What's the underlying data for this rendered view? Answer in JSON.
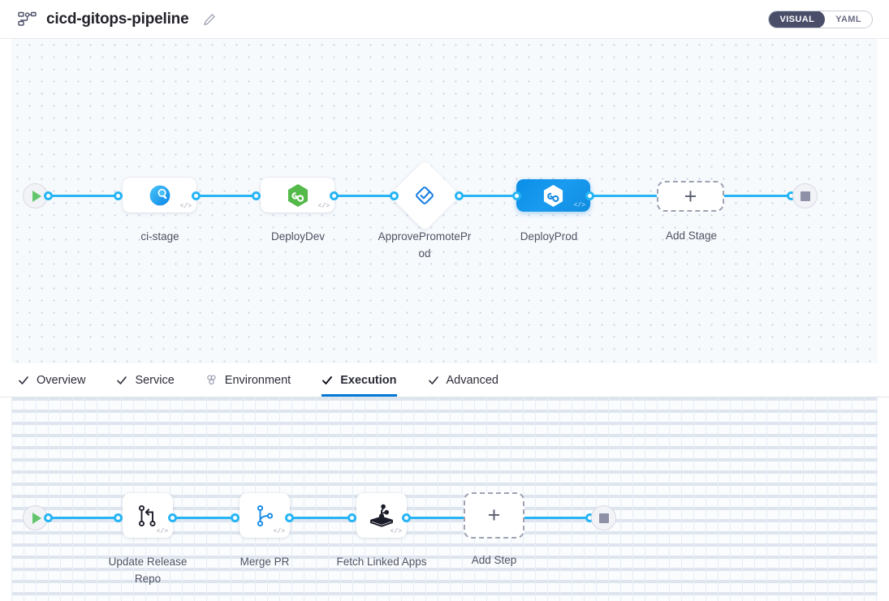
{
  "header": {
    "pipeline_icon": "pipeline-nodes-icon",
    "title": "cicd-gitops-pipeline",
    "edit_icon": "edit-pencil-icon",
    "mode_toggle": {
      "options": [
        {
          "label": "VISUAL",
          "active": true
        },
        {
          "label": "YAML",
          "active": false
        }
      ]
    }
  },
  "colors": {
    "accent_blue": "#27b5f5",
    "selected_node": "#0f8de0",
    "tab_active_underline": "#0278d5",
    "canvas_bg": "#f7fafd",
    "start_play": "#64c56d",
    "stop_square": "#8d90a6",
    "deploy_dev_hex": "#52b648",
    "title_text": "#22222a",
    "label_text": "#4f5162"
  },
  "stage_canvas": {
    "start_node": {
      "name": "pipeline-start",
      "icon": "play-icon"
    },
    "end_node": {
      "name": "pipeline-end",
      "icon": "stop-icon"
    },
    "add_stage": {
      "label": "Add Stage",
      "icon": "plus-icon"
    },
    "stages": [
      {
        "label": "ci-stage",
        "icon": "harness-ci-icon",
        "type": "rounded",
        "selected": false,
        "code_badge": "</>"
      },
      {
        "label": "DeployDev",
        "icon": "argo-hexagon-green-icon",
        "type": "rounded",
        "selected": false,
        "code_badge": "</>"
      },
      {
        "label": "ApprovePromoteProd",
        "icon": "approval-check-icon",
        "type": "diamond",
        "selected": false,
        "code_badge": ""
      },
      {
        "label": "DeployProd",
        "icon": "argo-hexagon-white-icon",
        "type": "rounded",
        "selected": true,
        "code_badge": "</>"
      }
    ]
  },
  "tabs": [
    {
      "label": "Overview",
      "icon": "check-icon",
      "active": false
    },
    {
      "label": "Service",
      "icon": "check-icon",
      "active": false
    },
    {
      "label": "Environment",
      "icon": "environment-infra-icon",
      "active": false
    },
    {
      "label": "Execution",
      "icon": "check-icon",
      "active": true
    },
    {
      "label": "Advanced",
      "icon": "check-icon",
      "active": false
    }
  ],
  "step_canvas": {
    "start_node": {
      "name": "execution-start",
      "icon": "play-icon"
    },
    "end_node": {
      "name": "execution-end",
      "icon": "stop-icon"
    },
    "add_step": {
      "label": "Add Step",
      "icon": "plus-icon"
    },
    "steps": [
      {
        "label": "Update Release Repo",
        "icon": "git-update-release-repo-icon",
        "code_badge": "</>"
      },
      {
        "label": "Merge PR",
        "icon": "git-branch-merge-icon",
        "code_badge": "</>"
      },
      {
        "label": "Fetch Linked Apps",
        "icon": "harness-box-fetch-apps-icon",
        "code_badge": "</>"
      }
    ]
  }
}
